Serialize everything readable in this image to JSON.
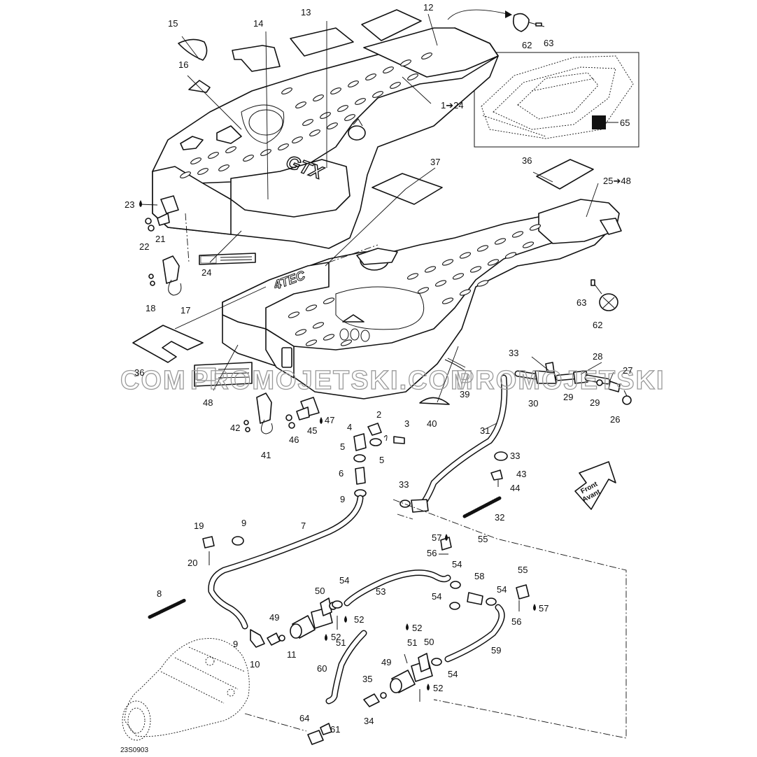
{
  "callouts": [
    {
      "id": "c1",
      "label": "1➔24"
    },
    {
      "id": "c2",
      "label": "2"
    },
    {
      "id": "c3",
      "label": "3"
    },
    {
      "id": "c4",
      "label": "4"
    },
    {
      "id": "c5a",
      "label": "5"
    },
    {
      "id": "c5b",
      "label": "5"
    },
    {
      "id": "c6",
      "label": "6"
    },
    {
      "id": "c7",
      "label": "7"
    },
    {
      "id": "c8",
      "label": "8"
    },
    {
      "id": "c9a",
      "label": "9"
    },
    {
      "id": "c9b",
      "label": "9"
    },
    {
      "id": "c9c",
      "label": "9"
    },
    {
      "id": "c10",
      "label": "10"
    },
    {
      "id": "c11",
      "label": "11"
    },
    {
      "id": "c12",
      "label": "12"
    },
    {
      "id": "c13",
      "label": "13"
    },
    {
      "id": "c14",
      "label": "14"
    },
    {
      "id": "c15",
      "label": "15"
    },
    {
      "id": "c16",
      "label": "16"
    },
    {
      "id": "c17",
      "label": "17"
    },
    {
      "id": "c18",
      "label": "18"
    },
    {
      "id": "c19",
      "label": "19"
    },
    {
      "id": "c20",
      "label": "20"
    },
    {
      "id": "c21",
      "label": "21"
    },
    {
      "id": "c22",
      "label": "22"
    },
    {
      "id": "c23",
      "label": "23"
    },
    {
      "id": "c24",
      "label": "24"
    },
    {
      "id": "c25",
      "label": "25➔48"
    },
    {
      "id": "c26",
      "label": "26"
    },
    {
      "id": "c27",
      "label": "27"
    },
    {
      "id": "c28",
      "label": "28"
    },
    {
      "id": "c29a",
      "label": "29"
    },
    {
      "id": "c29b",
      "label": "29"
    },
    {
      "id": "c30",
      "label": "30"
    },
    {
      "id": "c31",
      "label": "31"
    },
    {
      "id": "c32",
      "label": "32"
    },
    {
      "id": "c33a",
      "label": "33"
    },
    {
      "id": "c33b",
      "label": "33"
    },
    {
      "id": "c33c",
      "label": "33"
    },
    {
      "id": "c34",
      "label": "34"
    },
    {
      "id": "c35",
      "label": "35"
    },
    {
      "id": "c36a",
      "label": "36"
    },
    {
      "id": "c36b",
      "label": "36"
    },
    {
      "id": "c37",
      "label": "37"
    },
    {
      "id": "c39",
      "label": "39"
    },
    {
      "id": "c40",
      "label": "40"
    },
    {
      "id": "c41",
      "label": "41"
    },
    {
      "id": "c42",
      "label": "42"
    },
    {
      "id": "c43",
      "label": "43"
    },
    {
      "id": "c44",
      "label": "44"
    },
    {
      "id": "c45",
      "label": "45"
    },
    {
      "id": "c46",
      "label": "46"
    },
    {
      "id": "c47",
      "label": "47"
    },
    {
      "id": "c48",
      "label": "48"
    },
    {
      "id": "c49a",
      "label": "49"
    },
    {
      "id": "c49b",
      "label": "49"
    },
    {
      "id": "c50a",
      "label": "50"
    },
    {
      "id": "c50b",
      "label": "50"
    },
    {
      "id": "c51a",
      "label": "51"
    },
    {
      "id": "c51b",
      "label": "51"
    },
    {
      "id": "c52a",
      "label": "52"
    },
    {
      "id": "c52b",
      "label": "52"
    },
    {
      "id": "c52c",
      "label": "52"
    },
    {
      "id": "c52d",
      "label": "52"
    },
    {
      "id": "c53",
      "label": "53"
    },
    {
      "id": "c54a",
      "label": "54"
    },
    {
      "id": "c54b",
      "label": "54"
    },
    {
      "id": "c54c",
      "label": "54"
    },
    {
      "id": "c54d",
      "label": "54"
    },
    {
      "id": "c54e",
      "label": "54"
    },
    {
      "id": "c55a",
      "label": "55"
    },
    {
      "id": "c55b",
      "label": "55"
    },
    {
      "id": "c56a",
      "label": "56"
    },
    {
      "id": "c56b",
      "label": "56"
    },
    {
      "id": "c57a",
      "label": "57"
    },
    {
      "id": "c57b",
      "label": "57"
    },
    {
      "id": "c58",
      "label": "58"
    },
    {
      "id": "c59",
      "label": "59"
    },
    {
      "id": "c60",
      "label": "60"
    },
    {
      "id": "c61",
      "label": "61"
    },
    {
      "id": "c62a",
      "label": "62"
    },
    {
      "id": "c62b",
      "label": "62"
    },
    {
      "id": "c63a",
      "label": "63"
    },
    {
      "id": "c63b",
      "label": "63"
    },
    {
      "id": "c64",
      "label": "64"
    },
    {
      "id": "c65",
      "label": "65"
    }
  ],
  "direction_sign": {
    "line1": "Front",
    "line2": "Avant"
  },
  "watermark": {
    "left": "COM",
    "main": "PROMOJETSKI.COM",
    "right": "PROMOJETSKI"
  },
  "drawing_code": "23S0903",
  "deck_logo": "GTX",
  "deck_logo_rear": "4TEC"
}
